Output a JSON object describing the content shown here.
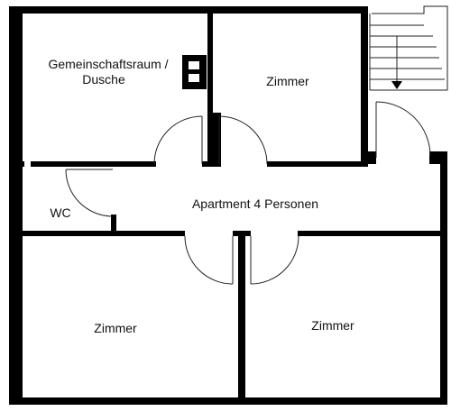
{
  "rooms": {
    "common_room_line1": "Gemeinschaftsraum /",
    "common_room_line2": "Dusche",
    "room_top_right": "Zimmer",
    "wc": "WC",
    "hallway": "Apartment 4 Personen",
    "room_bottom_left": "Zimmer",
    "room_bottom_right": "Zimmer"
  },
  "colors": {
    "wall": "#000000",
    "line": "#222222",
    "window": "#bfbfbf",
    "background": "#ffffff"
  },
  "icons": {
    "stairs": "staircase-icon",
    "stairs_direction": "arrow-down-icon",
    "chimney": "chimney-icon",
    "doors": "door-swing-icon",
    "windows": "window-icon"
  }
}
